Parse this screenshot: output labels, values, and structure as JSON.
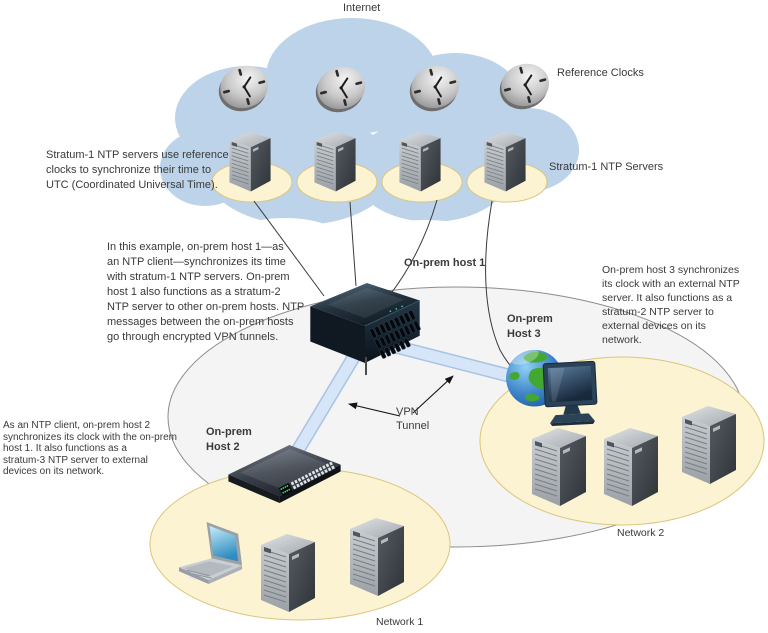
{
  "diagram": {
    "internet_label": "Internet",
    "reference_clocks_label": "Reference Clocks",
    "stratum_servers_label": "Stratum-1 NTP Servers",
    "network1_label": "Network 1",
    "network2_label": "Network 2",
    "vpn_label": [
      "VPN",
      "Tunnel"
    ],
    "hosts": {
      "host1_label": "On-prem host 1",
      "host2_label": [
        "On-prem",
        "Host 2"
      ],
      "host3_label": [
        "On-prem",
        "Host 3"
      ]
    },
    "notes": {
      "stratum": [
        "Stratum-1 NTP servers use reference",
        "clocks to synchronize their time to",
        "UTC (Coordinated Universal Time)."
      ],
      "host1": [
        "In this example, on-prem host 1—as",
        "an NTP client—synchronizes its time",
        "with stratum-1 NTP servers. On-prem",
        "host 1 also functions as a stratum-2",
        "NTP server to other on-prem hosts. NTP",
        "messages between the on-prem hosts",
        "go through encrypted VPN tunnels."
      ],
      "host2": [
        "As an NTP client, on-prem host 2",
        "synchronizes its clock with the on-prem",
        "host 1. It also functions as a",
        "stratum-3 NTP server to external",
        "devices on its network."
      ],
      "host3": [
        "On-prem host 3 synchronizes",
        "its clock with an external NTP",
        "server. It also functions as a",
        "stratum-2 NTP server to",
        "external devices on its",
        "network."
      ]
    },
    "icons": {
      "clock": "reference-clock-icon",
      "tower_server": "tower-server-icon",
      "rack_server": "rack-server-icon",
      "switch": "network-switch-icon",
      "laptop": "laptop-icon",
      "globe_monitor": "globe-monitor-icon"
    },
    "colors": {
      "cloud": "#bdd3e9",
      "zone_fill": "#f4f4f4",
      "zone_stroke": "#8c8c8c",
      "network_fill": "#fbf3d2",
      "network_stroke": "#dcc57c",
      "tunnel_fill": "#d6e5f7",
      "tunnel_edge": "#a8c3e3",
      "line": "#3a3a3a"
    }
  }
}
